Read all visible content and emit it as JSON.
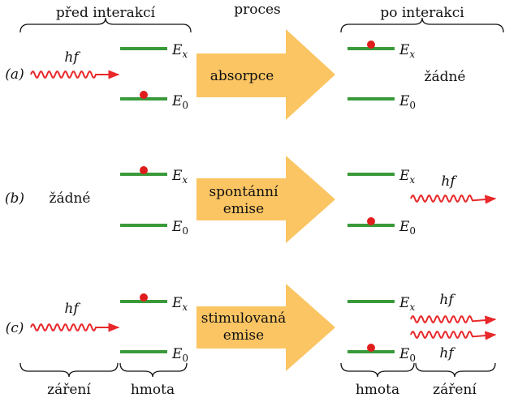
{
  "header": {
    "before": "před interakcí",
    "process": "proces",
    "after": "po interakci"
  },
  "footer": {
    "radiation_left": "záření",
    "matter_left": "hmota",
    "matter_right": "hmota",
    "radiation_right": "záření"
  },
  "symbols": {
    "photon": "hf",
    "excited": "E",
    "excited_sub": "x",
    "ground": "E",
    "ground_sub": "0"
  },
  "rows": [
    {
      "label": "(a)",
      "process_line1": "absorpce",
      "process_line2": "",
      "before_radiation": "photon",
      "before_electron": "excited_not",
      "after_electron": "excited",
      "after_radiation_text": "žádné"
    },
    {
      "label": "(b)",
      "process_line1": "spontánní",
      "process_line2": "emise",
      "before_radiation_text": "žádné",
      "before_electron": "excited",
      "after_electron": "ground"
    },
    {
      "label": "(c)",
      "process_line1": "stimulovaná",
      "process_line2": "emise",
      "before_electron": "excited",
      "after_electron": "ground"
    }
  ],
  "colors": {
    "level": "#3a9a3a",
    "electron": "#e01d1d",
    "photon": "#e8282a",
    "arrow": "#fbc563",
    "text": "#111111"
  }
}
